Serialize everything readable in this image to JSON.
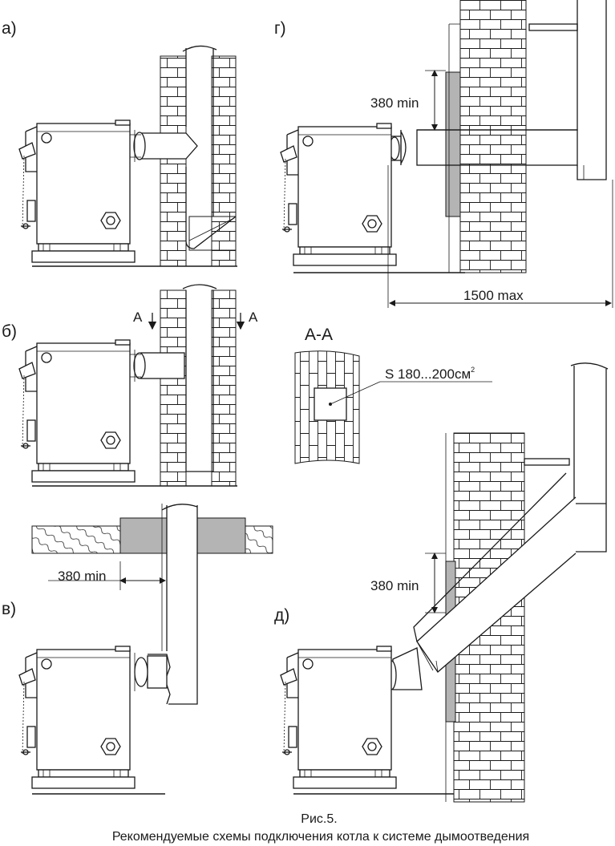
{
  "panels": {
    "a": "а)",
    "b": "б)",
    "v": "в)",
    "g": "г)",
    "d": "д)"
  },
  "section_marks": {
    "left": "А",
    "right": "А",
    "view_title": "А-А"
  },
  "dimensions": {
    "min_clearance_g": "380 min",
    "min_clearance_v": "380 min",
    "min_clearance_d": "380 min",
    "max_length": "1500 max"
  },
  "area_note": {
    "text": "S 180...200см",
    "superscript": "2"
  },
  "caption": {
    "figure": "Рис.5.",
    "title": "Рекомендуемые схемы подключения котла к системе дымоотведения"
  },
  "colors": {
    "line": "#1a1a1a",
    "insulation": "#b4b4b4",
    "background": "#ffffff"
  }
}
